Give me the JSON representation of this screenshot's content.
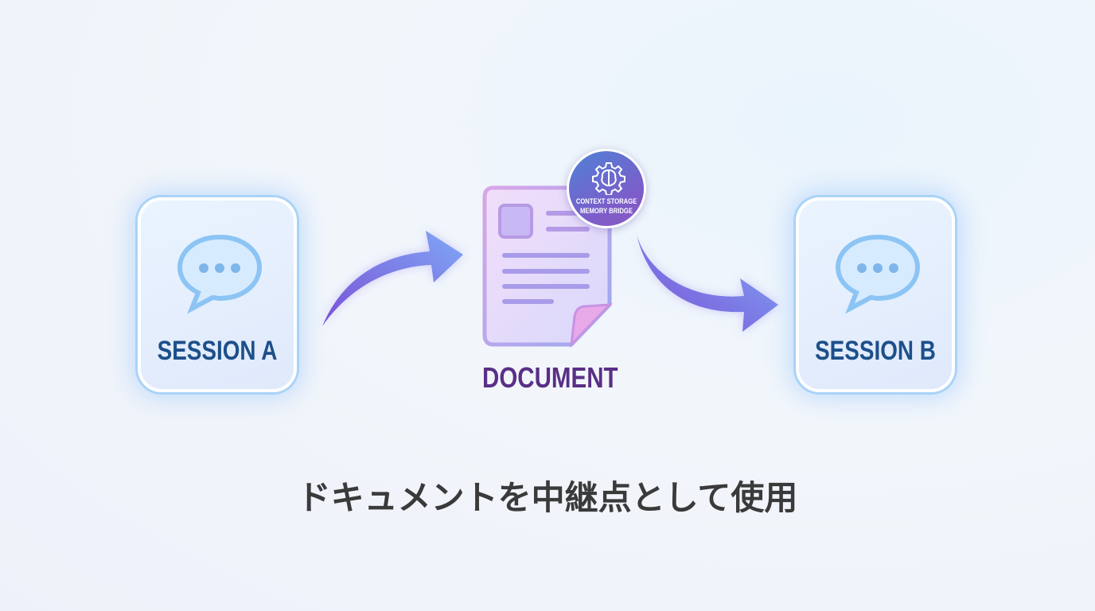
{
  "session_a": {
    "label": "SESSION A"
  },
  "session_b": {
    "label": "SESSION B"
  },
  "document": {
    "label": "DOCUMENT"
  },
  "badge": {
    "line1": "CONTEXT STORAGE",
    "line2": "MEMORY BRIDGE"
  },
  "caption": "ドキュメントを中継点として使用",
  "colors": {
    "session_text": "#1d4f8a",
    "document_text": "#5a2f86",
    "arrow": "#7b6ae6"
  }
}
